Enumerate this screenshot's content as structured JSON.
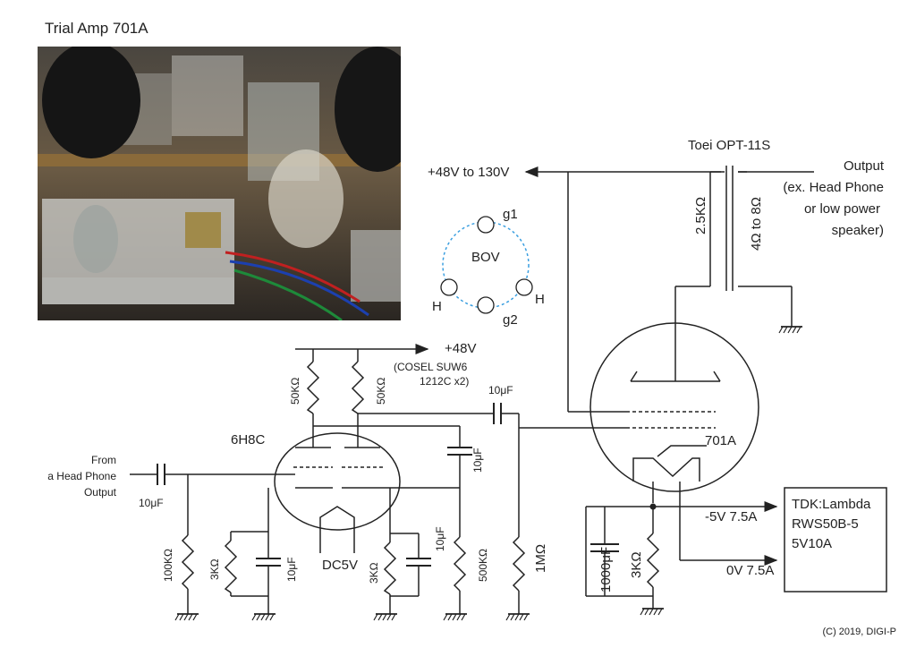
{
  "title": "Trial Amp 701A",
  "copyright": "(C) 2019, DIGI-P",
  "photo": {
    "kind": "photo-of-prototype-amplifier"
  },
  "base": {
    "name": "BOV",
    "pins": {
      "g1": "g1",
      "g2": "g2",
      "h_left": "H",
      "h_right": "H"
    },
    "color": "#3b9fe0"
  },
  "labels": {
    "hv_supply": "+48V to 130V",
    "opt": "Toei OPT-11S",
    "output_1": "Output",
    "output_2": "(ex. Head Phone",
    "output_3": "or low power",
    "output_4": "speaker)",
    "primary_z": "2.5KΩ",
    "secondary_z": "4Ω to 8Ω",
    "supply_48": "+48V",
    "cosel_1": "(COSEL SUW6",
    "cosel_2": "1212C x2)",
    "r_plate_1": "50KΩ",
    "r_plate_2": "50KΩ",
    "c_coupling_out": "10μF",
    "c_bypass_top": "10μF",
    "tube_driver": "6H8C",
    "tube_power": "701A",
    "input_1": "From",
    "input_2": "a Head Phone",
    "input_3": "Output",
    "c_input": "10μF",
    "r_grid_in": "100KΩ",
    "r_cathode_1": "3KΩ",
    "c_cathode_1": "10μF",
    "heater_driver": "DC5V",
    "r_cathode_2": "3KΩ",
    "c_cathode_2": "10μF",
    "r_out": "500KΩ",
    "r_grid_power": "1MΩ",
    "c_filament": "1000μF",
    "r_filament": "3KΩ",
    "psu_1": "TDK:Lambda",
    "psu_2": "RWS50B-5",
    "psu_3": "5V10A",
    "rail_neg": "-5V 7.5A",
    "rail_zero": "0V 7.5A"
  }
}
